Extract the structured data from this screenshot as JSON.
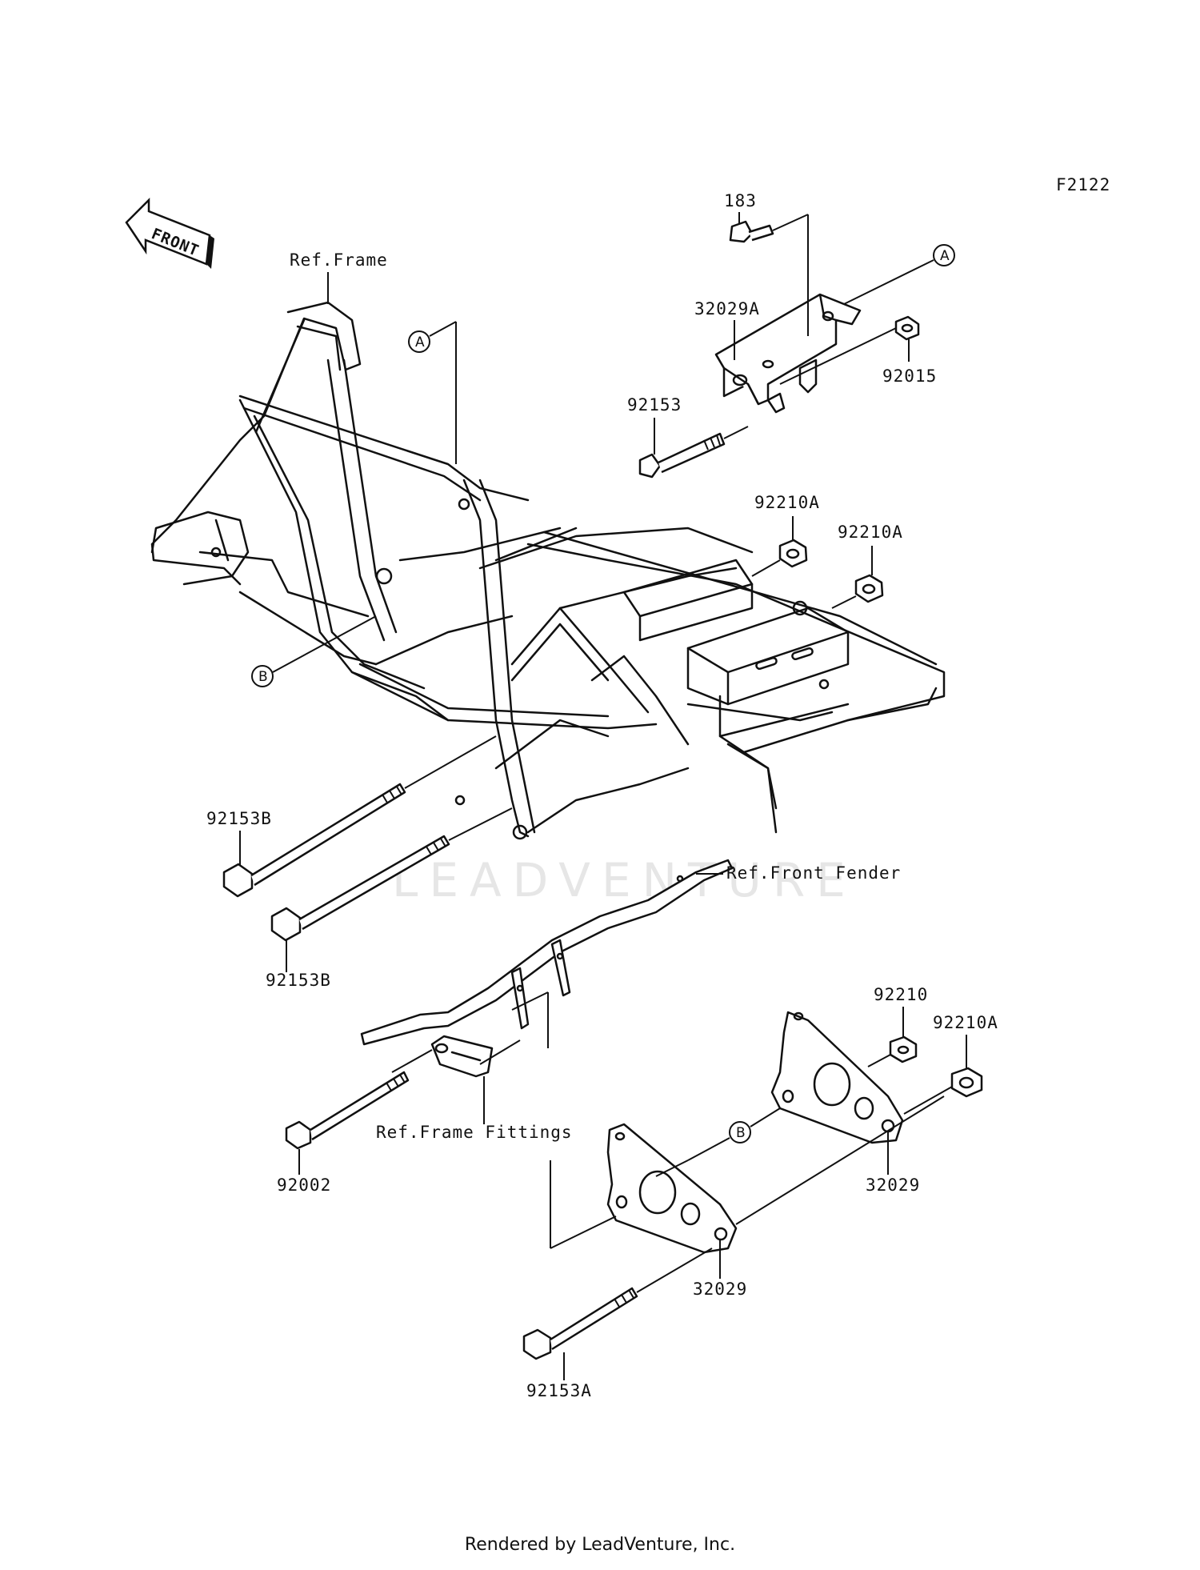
{
  "diagram_code": "F2122",
  "front_label": "FRONT",
  "refs": {
    "frame": "Ref.Frame",
    "front_fender": "Ref.Front Fender",
    "frame_fittings": "Ref.Frame Fittings"
  },
  "callouts": {
    "a": "A",
    "b": "B"
  },
  "parts": {
    "p183": "183",
    "p32029A": "32029A",
    "p92015": "92015",
    "p92153": "92153",
    "p92210A_1": "92210A",
    "p92210A_2": "92210A",
    "p92153B_1": "92153B",
    "p92153B_2": "92153B",
    "p92210": "92210",
    "p92210A_3": "92210A",
    "p92002": "92002",
    "p32029_1": "32029",
    "p32029_2": "32029",
    "p92153A": "92153A"
  },
  "watermark": "LEADVENTURE",
  "footer": "Rendered by LeadVenture, Inc."
}
